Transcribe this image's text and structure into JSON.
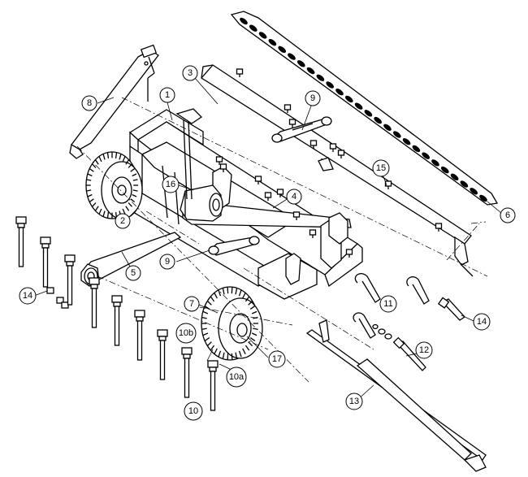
{
  "callouts": [
    {
      "id": "c1",
      "label": "1"
    },
    {
      "id": "c2",
      "label": "2"
    },
    {
      "id": "c3",
      "label": "3"
    },
    {
      "id": "c4",
      "label": "4"
    },
    {
      "id": "c5",
      "label": "5"
    },
    {
      "id": "c6",
      "label": "6"
    },
    {
      "id": "c7",
      "label": "7"
    },
    {
      "id": "c8",
      "label": "8"
    },
    {
      "id": "c9a",
      "label": "9"
    },
    {
      "id": "c9b",
      "label": "9"
    },
    {
      "id": "c10",
      "label": "10"
    },
    {
      "id": "c10a",
      "label": "10a"
    },
    {
      "id": "c10b",
      "label": "10b"
    },
    {
      "id": "c11",
      "label": "11"
    },
    {
      "id": "c12",
      "label": "12"
    },
    {
      "id": "c13",
      "label": "13"
    },
    {
      "id": "c14a",
      "label": "14"
    },
    {
      "id": "c14b",
      "label": "14"
    },
    {
      "id": "c15",
      "label": "15"
    },
    {
      "id": "c16",
      "label": "16"
    },
    {
      "id": "c17",
      "label": "17"
    }
  ]
}
